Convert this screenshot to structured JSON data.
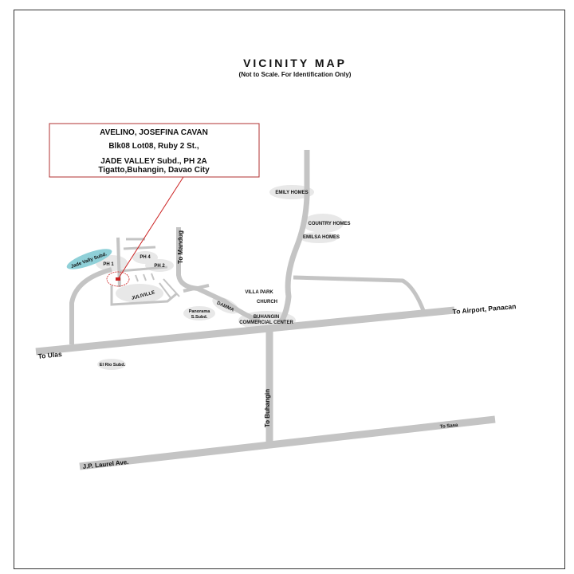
{
  "title": "VICINITY MAP",
  "subtitle": "(Not to Scale. For Identification Only)",
  "owner_box": {
    "line1": "AVELINO, JOSEFINA CAVAN",
    "line2": "Blk08 Lot08,  Ruby 2 St.,",
    "line3": "JADE VALLEY Subd., PH 2A",
    "line4": "Tigatto,Buhangin, Davao City"
  },
  "labels": {
    "jade_valley": "Jade Vally Subd.",
    "ph1": "PH 1",
    "ph4": "PH 4",
    "ph2": "PH 2",
    "julville": "JULIVILLE",
    "to_mandug": "To Mandug",
    "damma": "DAMMA",
    "panorama": "Panorama",
    "panorama2": "S.Subd.",
    "emily": "EMILY HOMES",
    "country": "COUNTRY HOMES",
    "emilsa": "EMILSA HOMES",
    "villa_park": "VILLA PARK",
    "church": "CHURCH",
    "buhangin1": "BUHANGIN",
    "buhangin2": "COMMERCIAL CENTER",
    "to_airport": "To Airport, Panacan",
    "to_ulas": "To Ulas",
    "el_rio": "El Rio Subd.",
    "to_buhangin": "To Buhangin",
    "to_sasa": "To Sasa",
    "jp_laurel": "J.P. Laurel Ave."
  },
  "colors": {
    "road": "#c4c4c4",
    "pointer": "#cc2222",
    "jade": "#8fd0d8"
  }
}
